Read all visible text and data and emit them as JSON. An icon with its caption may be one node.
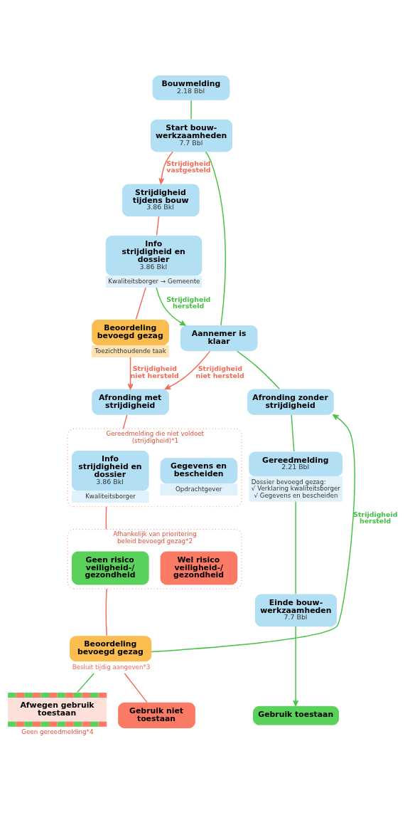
{
  "diagram": {
    "nodes": [
      {
        "text": [
          "Bouwmelding",
          "2.18 Bbl"
        ]
      },
      {
        "text": [
          "Start bouw- werkzaamheden",
          "7.7 Bbl"
        ]
      },
      {
        "text": [
          "Strijdigheid tijdens bouw",
          "3.86 Bkl"
        ]
      },
      {
        "text": [
          "Info strijdigheid en dossier",
          "3.86 Bkl",
          "Kwaliteitsborger → Gemeente"
        ]
      },
      {
        "text": [
          "Beoordeling bevoegd gezag",
          "Toezichthoudende taak"
        ]
      },
      {
        "text": [
          "Aannemer is klaar"
        ]
      },
      {
        "text": [
          "Afronding met strijdigheid"
        ]
      },
      {
        "text": [
          "Afronding zonder strijdigheid"
        ]
      },
      {
        "text": [
          "Gereedmelding",
          "2.21 Bbl",
          "Dossier bevoegd gezag:",
          "√ Verklaring kwaliteitsborger",
          "√ Gegevens en bescheiden"
        ]
      },
      {
        "text": [
          "Einde bouw- werkzaamheden",
          "7.7 Bbl"
        ]
      },
      {
        "text": [
          "Gereedmelding die niet voldoet (strijdigheid)*1"
        ]
      },
      {
        "text": [
          "Info strijdigheid en dossier",
          "3.86 Bkl",
          "Kwaliteitsborger"
        ],
        "in": 10
      },
      {
        "text": [
          "Gegevens en bescheiden",
          "Opdrachtgever"
        ],
        "in": 10
      },
      {
        "text": [
          "Afhankelijk van prioritering beleid bevoegd gezag*2"
        ]
      },
      {
        "text": [
          "Geen risico veiligheid-/ gezondheid"
        ],
        "in": 13
      },
      {
        "text": [
          "Wel risico veiligheid-/ gezondheid"
        ],
        "in": 13
      },
      {
        "text": [
          "Beoordeling bevoegd gezag",
          "Besluit tijdig aangeven*3"
        ]
      },
      {
        "text": [
          "Gebruik toestaan"
        ]
      },
      {
        "text": [
          "Afwegen gebruik toestaan",
          "Geen gereedmelding*4"
        ]
      },
      {
        "text": [
          "Gebruik niet toestaan"
        ]
      }
    ],
    "edges": [
      {
        "from": 0,
        "to": 1,
        "arrow": "none"
      },
      {
        "from": 1,
        "to": 2,
        "arrow": "to",
        "label": "Strijdigheid vastgesteld",
        "color": "#f26b57"
      },
      {
        "from": 2,
        "to": 3,
        "arrow": "none",
        "color": "#f26b57"
      },
      {
        "from": 3,
        "to": 5,
        "arrow": "to",
        "label": "Strijdigheid hersteld"
      },
      {
        "from": 1,
        "to": 5,
        "arrow": "none"
      },
      {
        "from": 3,
        "to": 4,
        "arrow": "none",
        "color": "#f26b57"
      },
      {
        "from": 5,
        "to": 6,
        "arrow": "to",
        "label": "Strijdigheid niet hersteld",
        "color": "#f26b57"
      },
      {
        "from": 4,
        "to": 6,
        "arrow": "to",
        "label": "Strijdigheid niet hersteld",
        "color": "#f26b57"
      },
      {
        "from": 5,
        "to": 7,
        "arrow": "none"
      },
      {
        "from": 7,
        "to": 8,
        "arrow": "none"
      },
      {
        "from": 8,
        "to": 9,
        "arrow": "none"
      },
      {
        "from": 9,
        "to": 17,
        "arrow": "to"
      },
      {
        "from": 6,
        "to": 10,
        "arrow": "none",
        "color": "#f26b57"
      },
      {
        "from": 10,
        "to": 13,
        "arrow": "none",
        "color": "#f26b57"
      },
      {
        "from": 13,
        "to": 16,
        "arrow": "none",
        "color": "#f26b57"
      },
      {
        "from": 16,
        "to": 7,
        "arrow": "to",
        "label": "Strijdigheid hersteld"
      },
      {
        "from": 16,
        "to": 18,
        "arrow": "none"
      },
      {
        "from": 16,
        "to": 19,
        "arrow": "none",
        "color": "#f26b57"
      }
    ]
  }
}
